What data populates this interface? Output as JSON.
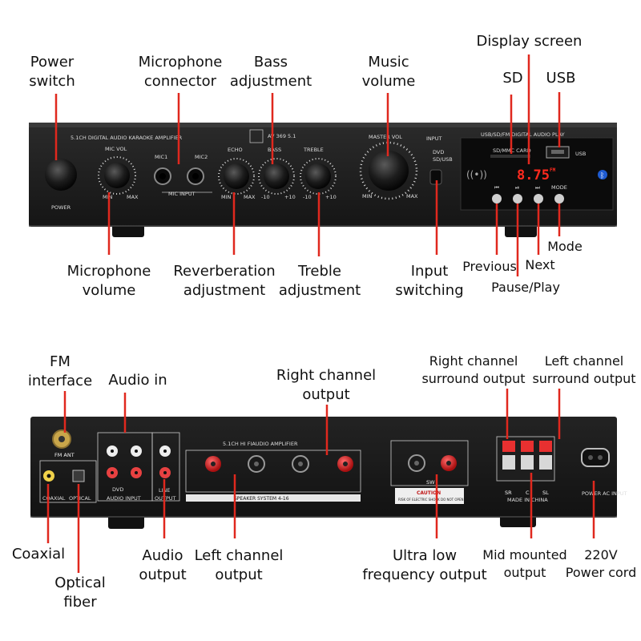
{
  "front": {
    "callouts": {
      "power_switch": [
        "Power",
        "switch"
      ],
      "microphone_connector": [
        "Microphone",
        "connector"
      ],
      "bass_adjustment": [
        "Bass",
        "adjustment"
      ],
      "music_volume": [
        "Music",
        "volume"
      ],
      "display_screen": "Display screen",
      "sd": "SD",
      "usb": "USB",
      "microphone_volume": [
        "Microphone",
        "volume"
      ],
      "reverberation_adjustment": [
        "Reverberation",
        "adjustment"
      ],
      "treble_adjustment": [
        "Treble",
        "adjustment"
      ],
      "input_switching": [
        "Input",
        "switching"
      ],
      "previous": "Previous",
      "next": "Next",
      "mode": "Mode",
      "pause_play": "Pause/Play"
    },
    "panel": {
      "title": "5.1CH DIGITAL AUDIO KARAOKE AMPLIFIER",
      "model": "AV 369 5.1",
      "mic_vol": "MIC VOL",
      "power": "POWER",
      "mic1": "MIC1",
      "mic2": "MIC2",
      "mic_input": "MIC INPUT",
      "echo": "ECHO",
      "bass": "BASS",
      "treble": "TREBLE",
      "master_vol": "MASTER VOL",
      "input": "INPUT",
      "dvd": "DVD",
      "sd_usb": "SD/USB",
      "min": "MIN",
      "max": "MAX",
      "minus10": "-10",
      "plus10": "+10",
      "player_title": "USB/SD/FM DIGITAL AUDIO PLAY",
      "sd_card": "SD/MMC CARD",
      "usb_tag": "USB",
      "display_value": "8.75",
      "display_unit": "FM",
      "mode_tag": "MODE"
    }
  },
  "rear": {
    "callouts": {
      "fm_interface": [
        "FM",
        "interface"
      ],
      "audio_in": "Audio in",
      "right_channel_output": [
        "Right channel",
        "output"
      ],
      "right_surround": [
        "Right channel",
        "surround output"
      ],
      "left_surround": [
        "Left  channel",
        "surround output"
      ],
      "coaxial": "Coaxial",
      "optical_fiber": [
        "Optical",
        "fiber"
      ],
      "audio_output": [
        "Audio",
        "output"
      ],
      "left_channel_output": [
        "Left channel",
        "output"
      ],
      "ultra_low": [
        "Ultra low",
        "frequency output"
      ],
      "mid_mounted": [
        "Mid mounted",
        "output"
      ],
      "power_cord": [
        "220V",
        "Power cord"
      ]
    },
    "panel": {
      "fm_ant": "FM ANT",
      "coaxial": "COAXIAL",
      "optical": "OPTICAL",
      "dvd": "DVD",
      "audio_input": "AUDIO INPUT",
      "line_output": "LINE OUTPUT",
      "line": "LINE",
      "output": "OUTPUT",
      "amp_title": "5.1CH HI FIAUDIO AMPLIFIER",
      "speaker_system": "SPEAKER SYSTEM 4-16",
      "sw": "SW",
      "caution": "CAUTION",
      "caution_sub": "RISK OF ELECTRIC SHOCK DO NOT OPEN",
      "sr": "SR",
      "c": "C",
      "sl": "SL",
      "made_in": "MADE IN CHINA",
      "power_in": "POWER AC INPUT"
    }
  }
}
